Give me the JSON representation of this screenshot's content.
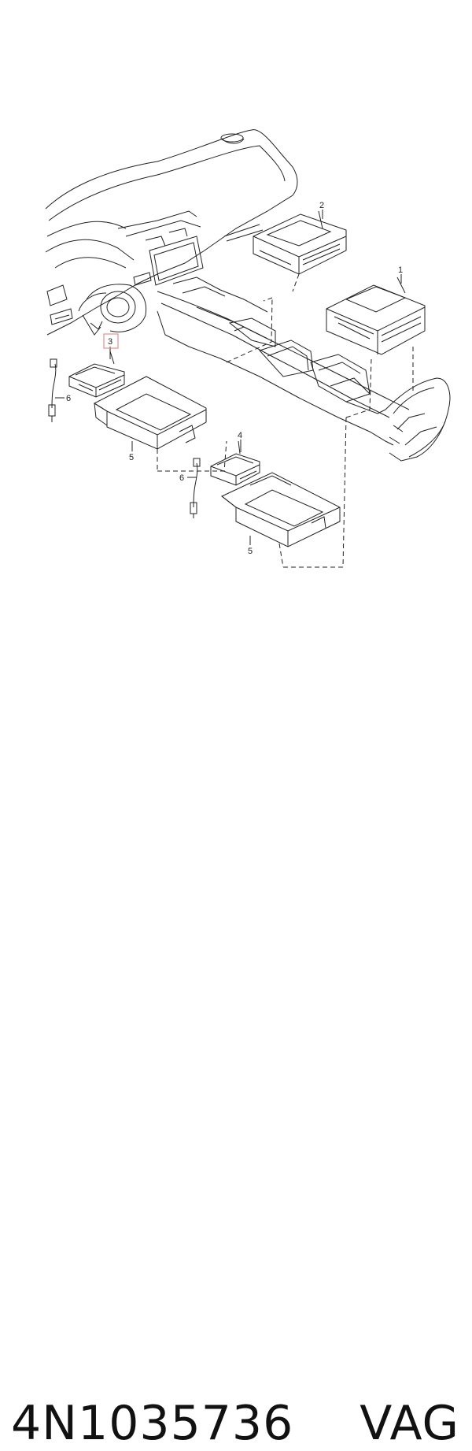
{
  "diagram": {
    "callouts": {
      "c1": "1",
      "c2": "2",
      "c3": "3",
      "c4": "4",
      "c5a": "5",
      "c5b": "5",
      "c6a": "6",
      "c6b": "6"
    },
    "highlight_color": "#e88c8c"
  },
  "footer": {
    "part_number": "4N1035736",
    "brand": "VAG"
  }
}
